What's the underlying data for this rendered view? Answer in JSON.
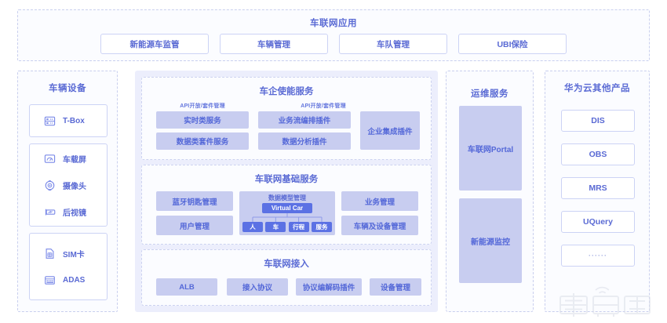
{
  "theme": {
    "page_bg": "#ffffff",
    "accent_text": "#5a6ad4",
    "fill_light": "#c8cdf0",
    "fill_strong": "#5b71e4",
    "panel_bg": "#fbfcff",
    "center_bg": "#eceefc",
    "border": "#ccd3f5",
    "dashed_border": "#c9cfee"
  },
  "application_band": {
    "title": "车联网应用",
    "buttons": [
      {
        "label": "新能源车监管"
      },
      {
        "label": "车辆管理"
      },
      {
        "label": "车队管理"
      },
      {
        "label": "UBI保险"
      }
    ]
  },
  "vehicle_devices": {
    "title": "车辆设备",
    "groups": [
      {
        "items": [
          {
            "label": "T-Box",
            "icon": "tbox-server-icon"
          }
        ]
      },
      {
        "items": [
          {
            "label": "车载屏",
            "icon": "in-car-screen-icon"
          },
          {
            "label": "摄像头",
            "icon": "camera-icon"
          },
          {
            "label": "后视镜",
            "icon": "rear-view-mirror-icon"
          }
        ]
      },
      {
        "items": [
          {
            "label": "SIM卡",
            "icon": "sim-card-icon"
          },
          {
            "label": "ADAS",
            "icon": "adas-module-icon"
          }
        ]
      }
    ]
  },
  "enablement_services": {
    "title": "车企使能服务",
    "label_left": "API开放/套件管理",
    "label_right": "API开放/套件管理",
    "cells": [
      {
        "label": "实时类服务"
      },
      {
        "label": "数据类套件服务"
      },
      {
        "label": "业务流编排插件"
      },
      {
        "label": "数据分析插件"
      },
      {
        "label": "企业集成插件"
      }
    ]
  },
  "base_services": {
    "title": "车联网基础服务",
    "left_cells": [
      {
        "label": "蓝牙钥匙管理"
      },
      {
        "label": "用户管理"
      }
    ],
    "right_cells": [
      {
        "label": "业务管理"
      },
      {
        "label": "车辆及设备管理"
      }
    ],
    "data_model": {
      "title": "数据模型管理",
      "root": "Virtual Car",
      "leaves": [
        {
          "label": "人"
        },
        {
          "label": "车"
        },
        {
          "label": "行程"
        },
        {
          "label": "服务"
        }
      ]
    }
  },
  "access_services": {
    "title": "车联网接入",
    "cells": [
      {
        "label": "ALB"
      },
      {
        "label": "接入协议"
      },
      {
        "label": "协议编解码插件"
      },
      {
        "label": "设备管理"
      }
    ]
  },
  "ops_services": {
    "title": "运维服务",
    "cells": [
      {
        "label": "车联网Portal"
      },
      {
        "label": "新能源监控"
      }
    ]
  },
  "huawei_cloud_products": {
    "title": "华为云其他产品",
    "cells": [
      {
        "label": "DIS"
      },
      {
        "label": "OBS"
      },
      {
        "label": "MRS"
      },
      {
        "label": "UQuery"
      },
      {
        "label": "······"
      }
    ]
  },
  "watermark": {
    "text": "车东西",
    "icon": "signal-arc-icon"
  }
}
